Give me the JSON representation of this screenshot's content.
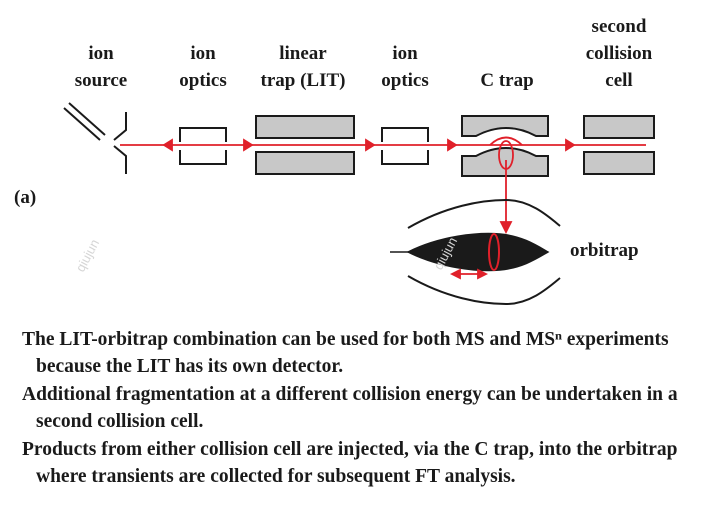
{
  "labels": {
    "ion_source": [
      "ion",
      "source"
    ],
    "ion_optics_1": [
      "ion",
      "optics"
    ],
    "linear_trap": [
      "linear",
      "trap (LIT)"
    ],
    "ion_optics_2": [
      "ion",
      "optics"
    ],
    "c_trap": [
      "C trap"
    ],
    "second_collision_cell": [
      "second",
      "collision",
      "cell"
    ],
    "panel": "(a)",
    "orbitrap": "orbitrap"
  },
  "watermark": "qiujun",
  "colors": {
    "beam": "#e0202a",
    "component_fill": "#c8c8c8",
    "outline": "#1a1a1a"
  },
  "caption": [
    "The LIT-orbitrap combination can be used for both MS and MSⁿ experiments because the LIT has its own detector.",
    "Additional fragmentation at a different collision energy can be undertaken in a second collision cell.",
    "Products from either collision cell are injected, via the C trap, into the orbitrap where transients are collected for subsequent FT analysis."
  ]
}
